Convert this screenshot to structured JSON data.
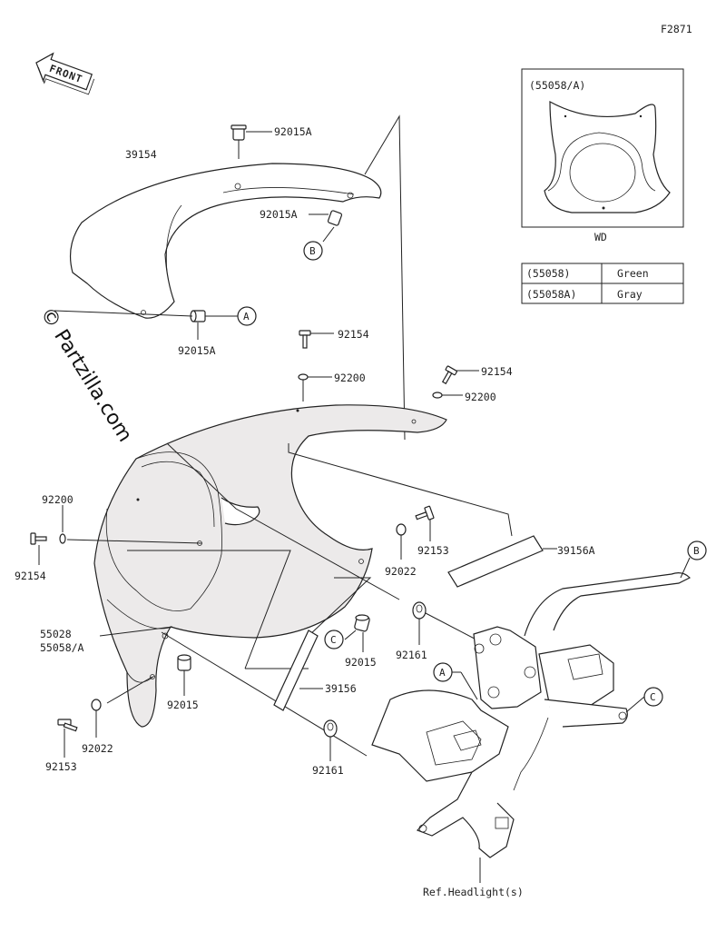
{
  "figure_code": "F2871",
  "front_label": "FRONT",
  "watermark": "© Partzilla.com",
  "inset": {
    "title": "(55058/A)",
    "caption": "WD"
  },
  "color_table": [
    {
      "part": "(55058)",
      "color": "Green"
    },
    {
      "part": "(55058A)",
      "color": "Gray"
    }
  ],
  "callouts": {
    "c1": "92015A",
    "c2": "39154",
    "c3": "92015A",
    "c4": "92015A",
    "c5": "92154",
    "c6": "92200",
    "c7": "92154",
    "c8": "92200",
    "c9": "92200",
    "c10": "92154",
    "c11": "92153",
    "c12": "92022",
    "c13": "39156A",
    "c14": "55028",
    "c15": "55058/A",
    "c16": "92015",
    "c17": "92161",
    "c18": "92015",
    "c19": "39156",
    "c20": "92153",
    "c21": "92022",
    "c22": "92161",
    "c23": "Ref.Headlight(s)"
  },
  "ref_markers": {
    "a1": "A",
    "a2": "A",
    "b1": "B",
    "b2": "B",
    "cc1": "C",
    "cc2": "C"
  }
}
